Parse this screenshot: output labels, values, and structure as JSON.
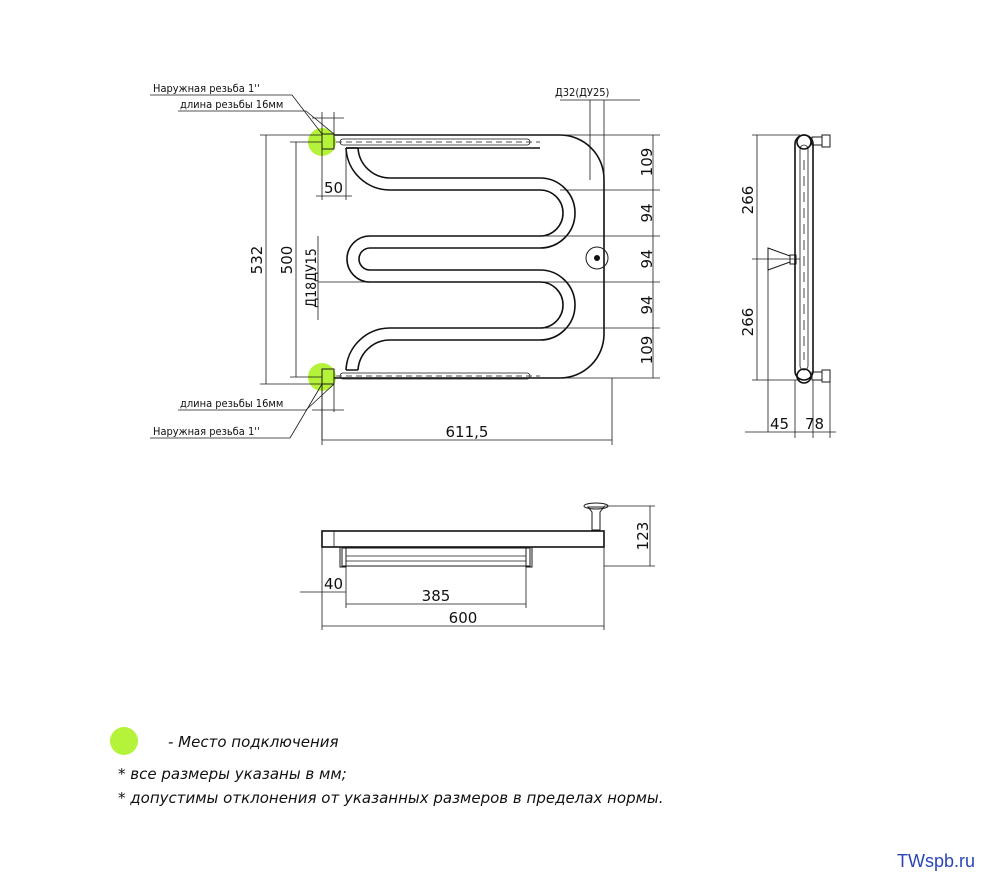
{
  "front_view": {
    "thread_top_1": "Наружная резьба 1''",
    "thread_top_2": "длина резьбы 16мм",
    "thread_bottom_1": "длина резьбы 16мм",
    "thread_bottom_2": "Наружная резьба 1''",
    "pipe_label": "Д32(ДУ25)",
    "inner_pipe_label": "Д18ДУ15",
    "dim_50": "50",
    "dim_532": "532",
    "dim_500": "500",
    "dim_109_top": "109",
    "dim_94_1": "94",
    "dim_94_2": "94",
    "dim_94_3": "94",
    "dim_109_bottom": "109",
    "dim_611": "611,5"
  },
  "side_view": {
    "dim_266_top": "266",
    "dim_266_bottom": "266",
    "dim_45": "45",
    "dim_78": "78"
  },
  "top_view": {
    "dim_123": "123",
    "dim_40": "40",
    "dim_385": "385",
    "dim_600": "600"
  },
  "legend": {
    "connection_color": "#b5f23a",
    "connection_text": "- Место подключения",
    "note_1": "* все размеры указаны в мм;",
    "note_2": "* допустимы отклонения от указанных размеров в пределах нормы."
  },
  "watermark": "TWspb.ru"
}
